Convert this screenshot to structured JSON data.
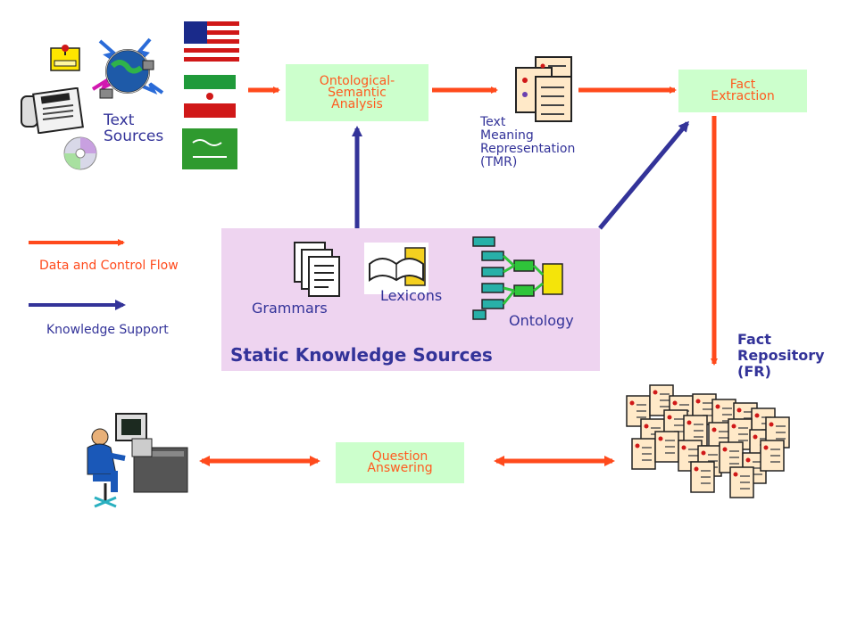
{
  "colors": {
    "data_flow": "#ff4a1c",
    "knowledge_support": "#333399",
    "process_box": "#ccffcc",
    "process_text": "#ff5a1f",
    "knowledge_panel": "#eed4f0"
  },
  "sources": {
    "label_line1": "Text",
    "label_line2": "Sources",
    "icons": [
      "memo-icon",
      "globe-network-icon",
      "newspaper-fax-icon",
      "cd-icon",
      "usa-flag-icon",
      "iran-flag-icon",
      "saudi-flag-icon"
    ]
  },
  "process": {
    "osa_line1": "Ontological-",
    "osa_line2": "Semantic",
    "osa_line3": "Analysis",
    "tmr_line1": "Text",
    "tmr_line2": "Meaning",
    "tmr_line3": "Representation",
    "tmr_line4": "(TMR)",
    "fact_extraction_line1": "Fact",
    "fact_extraction_line2": "Extraction",
    "fr_line1": "Fact",
    "fr_line2": "Repository",
    "fr_line3": "(FR)",
    "qa_line1": "Question",
    "qa_line2": "Answering"
  },
  "knowledge": {
    "title": "Static Knowledge Sources",
    "grammars": "Grammars",
    "lexicons": "Lexicons",
    "ontology": "Ontology"
  },
  "legend": {
    "data_flow": "Data and Control Flow",
    "knowledge_support": "Knowledge Support"
  }
}
